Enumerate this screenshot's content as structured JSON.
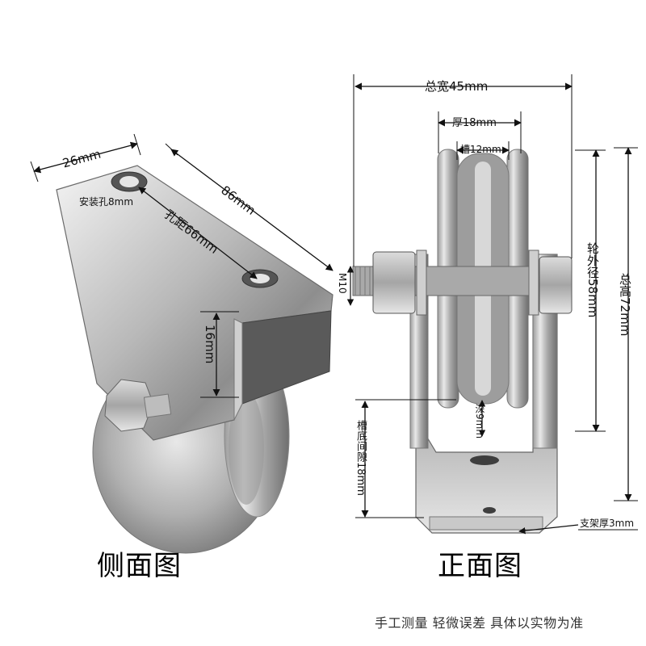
{
  "views": {
    "side_title": "侧面图",
    "front_title": "正面图"
  },
  "side_dimensions": {
    "width": "26mm",
    "length": "86mm",
    "hole": "安装孔8mm",
    "hole_spacing": "孔距66mm",
    "height": "16mm"
  },
  "front_dimensions": {
    "total_width": "总宽45mm",
    "thickness": "厚18mm",
    "groove": "槽12mm",
    "bolt": "M10",
    "outer_diameter": "轮外径58mm",
    "total_height": "总高72mm",
    "depth": "深9mm",
    "gap": "槽底间隙18mm",
    "bracket": "支架厚3mm"
  },
  "disclaimer": "手工测量 轻微误差 具体以实物为准"
}
